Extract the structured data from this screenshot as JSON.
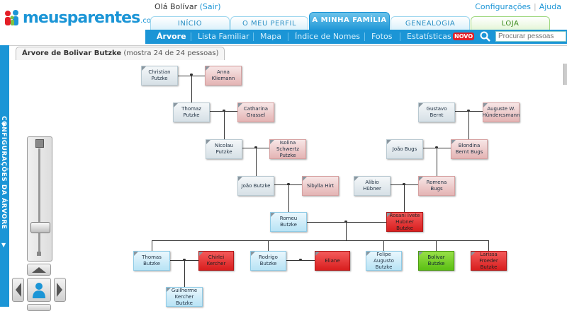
{
  "header": {
    "logo_text": "meusparentes",
    "logo_suffix": ".com.pt",
    "greeting": "Olá Bolívar",
    "logout_label": "(Sair)",
    "settings_label": "Configurações",
    "help_label": "Ajuda"
  },
  "tabs": [
    {
      "label": "INÍCIO"
    },
    {
      "label": "O MEU PERFIL"
    },
    {
      "label": "A MINHA FAMÍLIA"
    },
    {
      "label": "GENEALOGIA"
    },
    {
      "label": "LOJA"
    }
  ],
  "subnav": {
    "items": [
      "Árvore",
      "Lista Familiar",
      "Mapa",
      "Índice de Nomes",
      "Fotos",
      "Estatísticas"
    ],
    "new_badge": "NOVO",
    "search_placeholder": "Procurar pessoas"
  },
  "rail": {
    "label": "CONFIGURAÇÕES DA ÁRVORE"
  },
  "tree": {
    "title": "Árvore de Bolivar Butzke",
    "count": "(mostra 24 de 24 pessoas)",
    "people": [
      {
        "name": "Christian Putzke",
        "style": "grey"
      },
      {
        "name": "Anna Kliemann",
        "style": "pink"
      },
      {
        "name": "Thomaz Putzke",
        "style": "grey"
      },
      {
        "name": "Catharina Grassel",
        "style": "pink"
      },
      {
        "name": "Nicolau Putzke",
        "style": "grey"
      },
      {
        "name": "Isolina Schwertz Putzke",
        "style": "pink"
      },
      {
        "name": "João Butzke",
        "style": "grey"
      },
      {
        "name": "Sibylla Hirt",
        "style": "pink"
      },
      {
        "name": "Romeu Butzke",
        "style": "blue"
      },
      {
        "name": "Rosani Ivete Hubner Butzke",
        "style": "red"
      },
      {
        "name": "Gustavo Bernt",
        "style": "grey"
      },
      {
        "name": "Auguste W. Hündercsmann",
        "style": "pink"
      },
      {
        "name": "João Bugs",
        "style": "grey"
      },
      {
        "name": "Blondina Bernt Bugs",
        "style": "pink"
      },
      {
        "name": "Alibio Hübner",
        "style": "grey"
      },
      {
        "name": "Romena Bugs",
        "style": "pink"
      },
      {
        "name": "Thomas Butzke",
        "style": "blue"
      },
      {
        "name": "Chirlei Kercher",
        "style": "red"
      },
      {
        "name": "Rodrigo Butzke",
        "style": "blue"
      },
      {
        "name": "Eliane",
        "style": "red"
      },
      {
        "name": "Felipe Augusto Butzke",
        "style": "blue"
      },
      {
        "name": "Bolivar Butzke",
        "style": "green"
      },
      {
        "name": "Larissa Froeder Butzke",
        "style": "red"
      },
      {
        "name": "Guilherme Kercher Butzke",
        "style": "blue"
      }
    ]
  }
}
